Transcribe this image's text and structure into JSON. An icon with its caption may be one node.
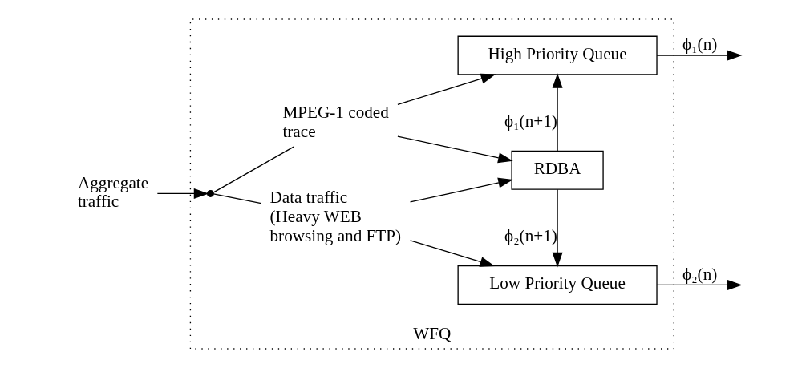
{
  "diagram": {
    "nodes": [
      {
        "text": [
          "WFQ"
        ]
      },
      {
        "text": [
          "Aggregate traffic"
        ]
      },
      {
        "text": [],
        "shape": "point",
        "in": 0
      },
      {
        "text": [
          "MPEG-1 coded trace"
        ],
        "in": 0
      },
      {
        "text": [
          "Data traffic (Heavy WEB browsing and FTP)"
        ],
        "in": 0
      },
      {
        "text": [
          "High Priority Queue"
        ],
        "in": 0
      },
      {
        "text": [
          "RDBA"
        ],
        "in": 0
      },
      {
        "text": [
          "Low Priority Queue"
        ],
        "in": 0
      }
    ],
    "edges": [
      {
        "from": 1,
        "to": 2,
        "arrow": "to"
      },
      {
        "from": 2,
        "to": 3,
        "arrow": "none"
      },
      {
        "from": 2,
        "to": 4,
        "arrow": "none"
      },
      {
        "from": 3,
        "to": 5,
        "arrow": "to"
      },
      {
        "from": 3,
        "to": 6,
        "arrow": "to"
      },
      {
        "from": 4,
        "to": 6,
        "arrow": "to"
      },
      {
        "from": 4,
        "to": 7,
        "arrow": "to"
      },
      {
        "from": 6,
        "to": 5,
        "arrow": "to",
        "label": "ϕ₁(n+1)"
      },
      {
        "from": 6,
        "to": 7,
        "arrow": "to",
        "label": "ϕ₂(n+1)"
      },
      {
        "from": 5,
        "to": null,
        "arrow": "to",
        "label": "ϕ₁(n)"
      },
      {
        "from": 7,
        "to": null,
        "arrow": "to",
        "label": "ϕ₂(n)"
      }
    ]
  }
}
